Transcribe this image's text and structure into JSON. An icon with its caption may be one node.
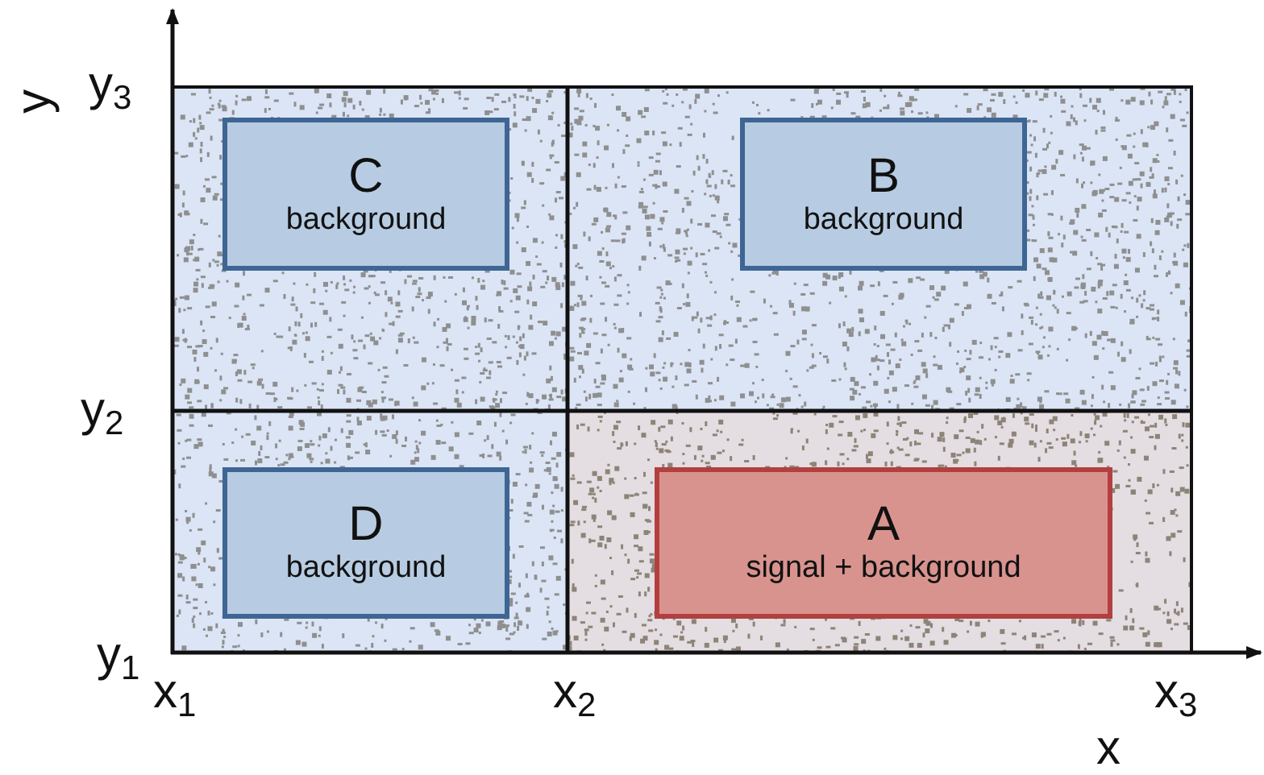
{
  "diagram": {
    "nodes": [
      {
        "text": [
          "C",
          "background"
        ]
      },
      {
        "text": [
          "B",
          "background"
        ]
      },
      {
        "text": [
          "D",
          "background"
        ]
      },
      {
        "text": [
          "A",
          "signal + background"
        ]
      }
    ],
    "labels": [
      "y",
      "y$_{3}$",
      "y$_{2}$",
      "y$_{1}$",
      "x$_{1}$",
      "x$_{2}$",
      "x$_{3}$",
      "x"
    ]
  }
}
